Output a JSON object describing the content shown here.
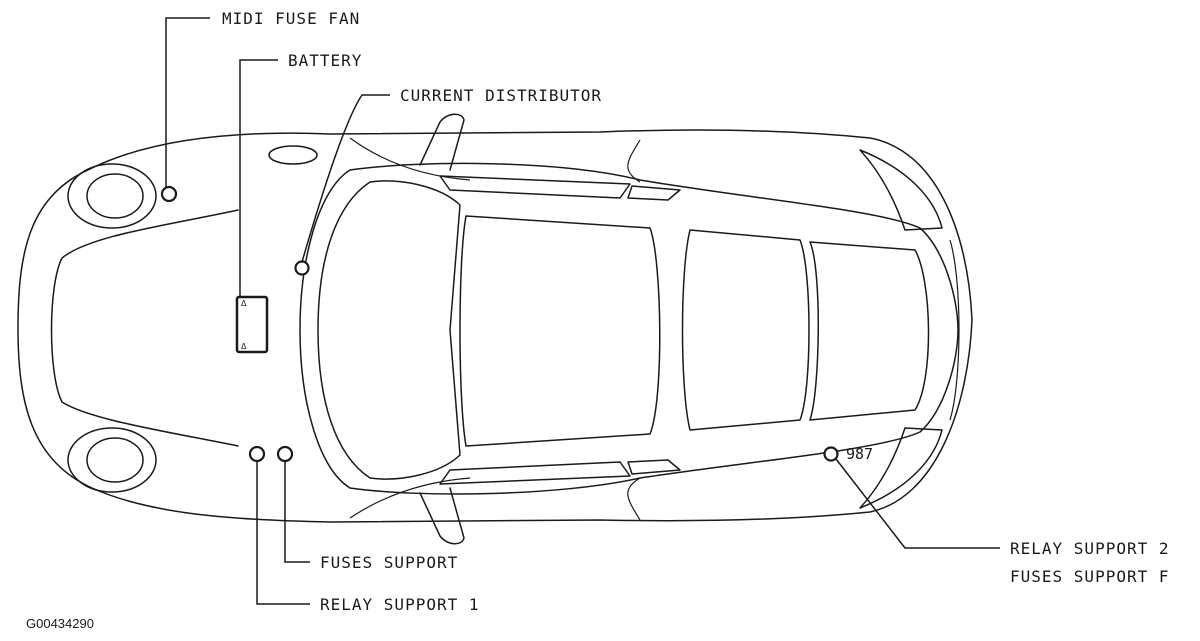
{
  "labels": {
    "midi_fuse_fan": "MIDI FUSE FAN",
    "battery": "BATTERY",
    "current_distributor": "CURRENT DISTRIBUTOR",
    "fuses_support": "FUSES SUPPORT",
    "relay_support_1": "RELAY SUPPORT 1",
    "relay_support_2": "RELAY SUPPORT 2",
    "fuses_support_f": "FUSES SUPPORT F"
  },
  "model_tag": "987",
  "battery_symbol": "Δ",
  "figure_id": "G00434290"
}
